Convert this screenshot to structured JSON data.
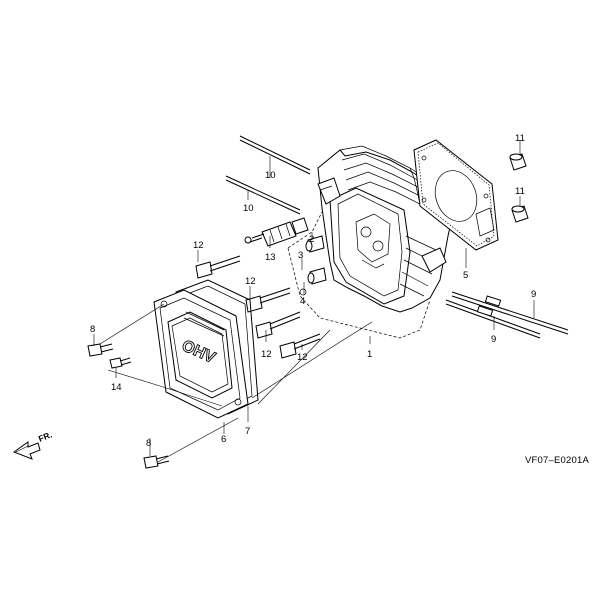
{
  "diagram": {
    "drawing_code": "VF07–E0201A",
    "direction_label": "FR.",
    "cover_mark": "OHV",
    "callouts": {
      "c1": "1",
      "c2": "2",
      "c3": "3",
      "c4": "4",
      "c5": "5",
      "c6": "6",
      "c7": "7",
      "c8a": "8",
      "c8b": "8",
      "c9a": "9",
      "c9b": "9",
      "c10a": "10",
      "c10b": "10",
      "c11a": "11",
      "c11b": "11",
      "c12a": "12",
      "c12b": "12",
      "c12c": "12",
      "c12d": "12",
      "c13": "13",
      "c14": "14"
    }
  }
}
